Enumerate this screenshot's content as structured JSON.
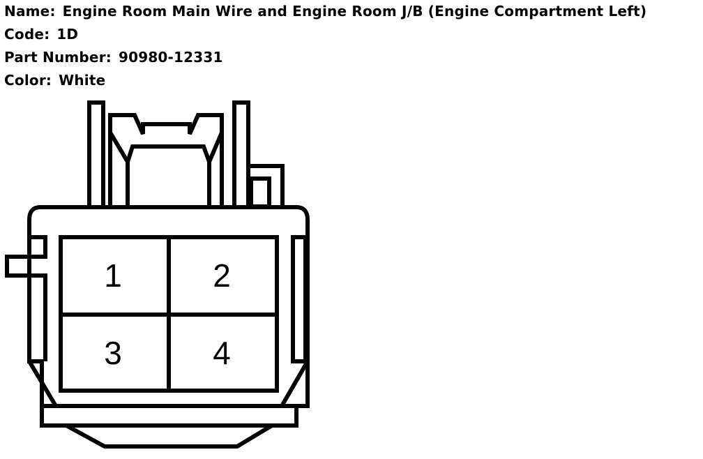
{
  "info": {
    "name_label": "Name:",
    "name_value": "Engine Room Main Wire and Engine Room J/B (Engine Compartment Left)",
    "code_label": "Code:",
    "code_value": "1D",
    "part_label": "Part Number:",
    "part_value": "90980-12331",
    "color_label": "Color:",
    "color_value": "White"
  },
  "connector": {
    "pins": [
      "1",
      "2",
      "3",
      "4"
    ]
  }
}
